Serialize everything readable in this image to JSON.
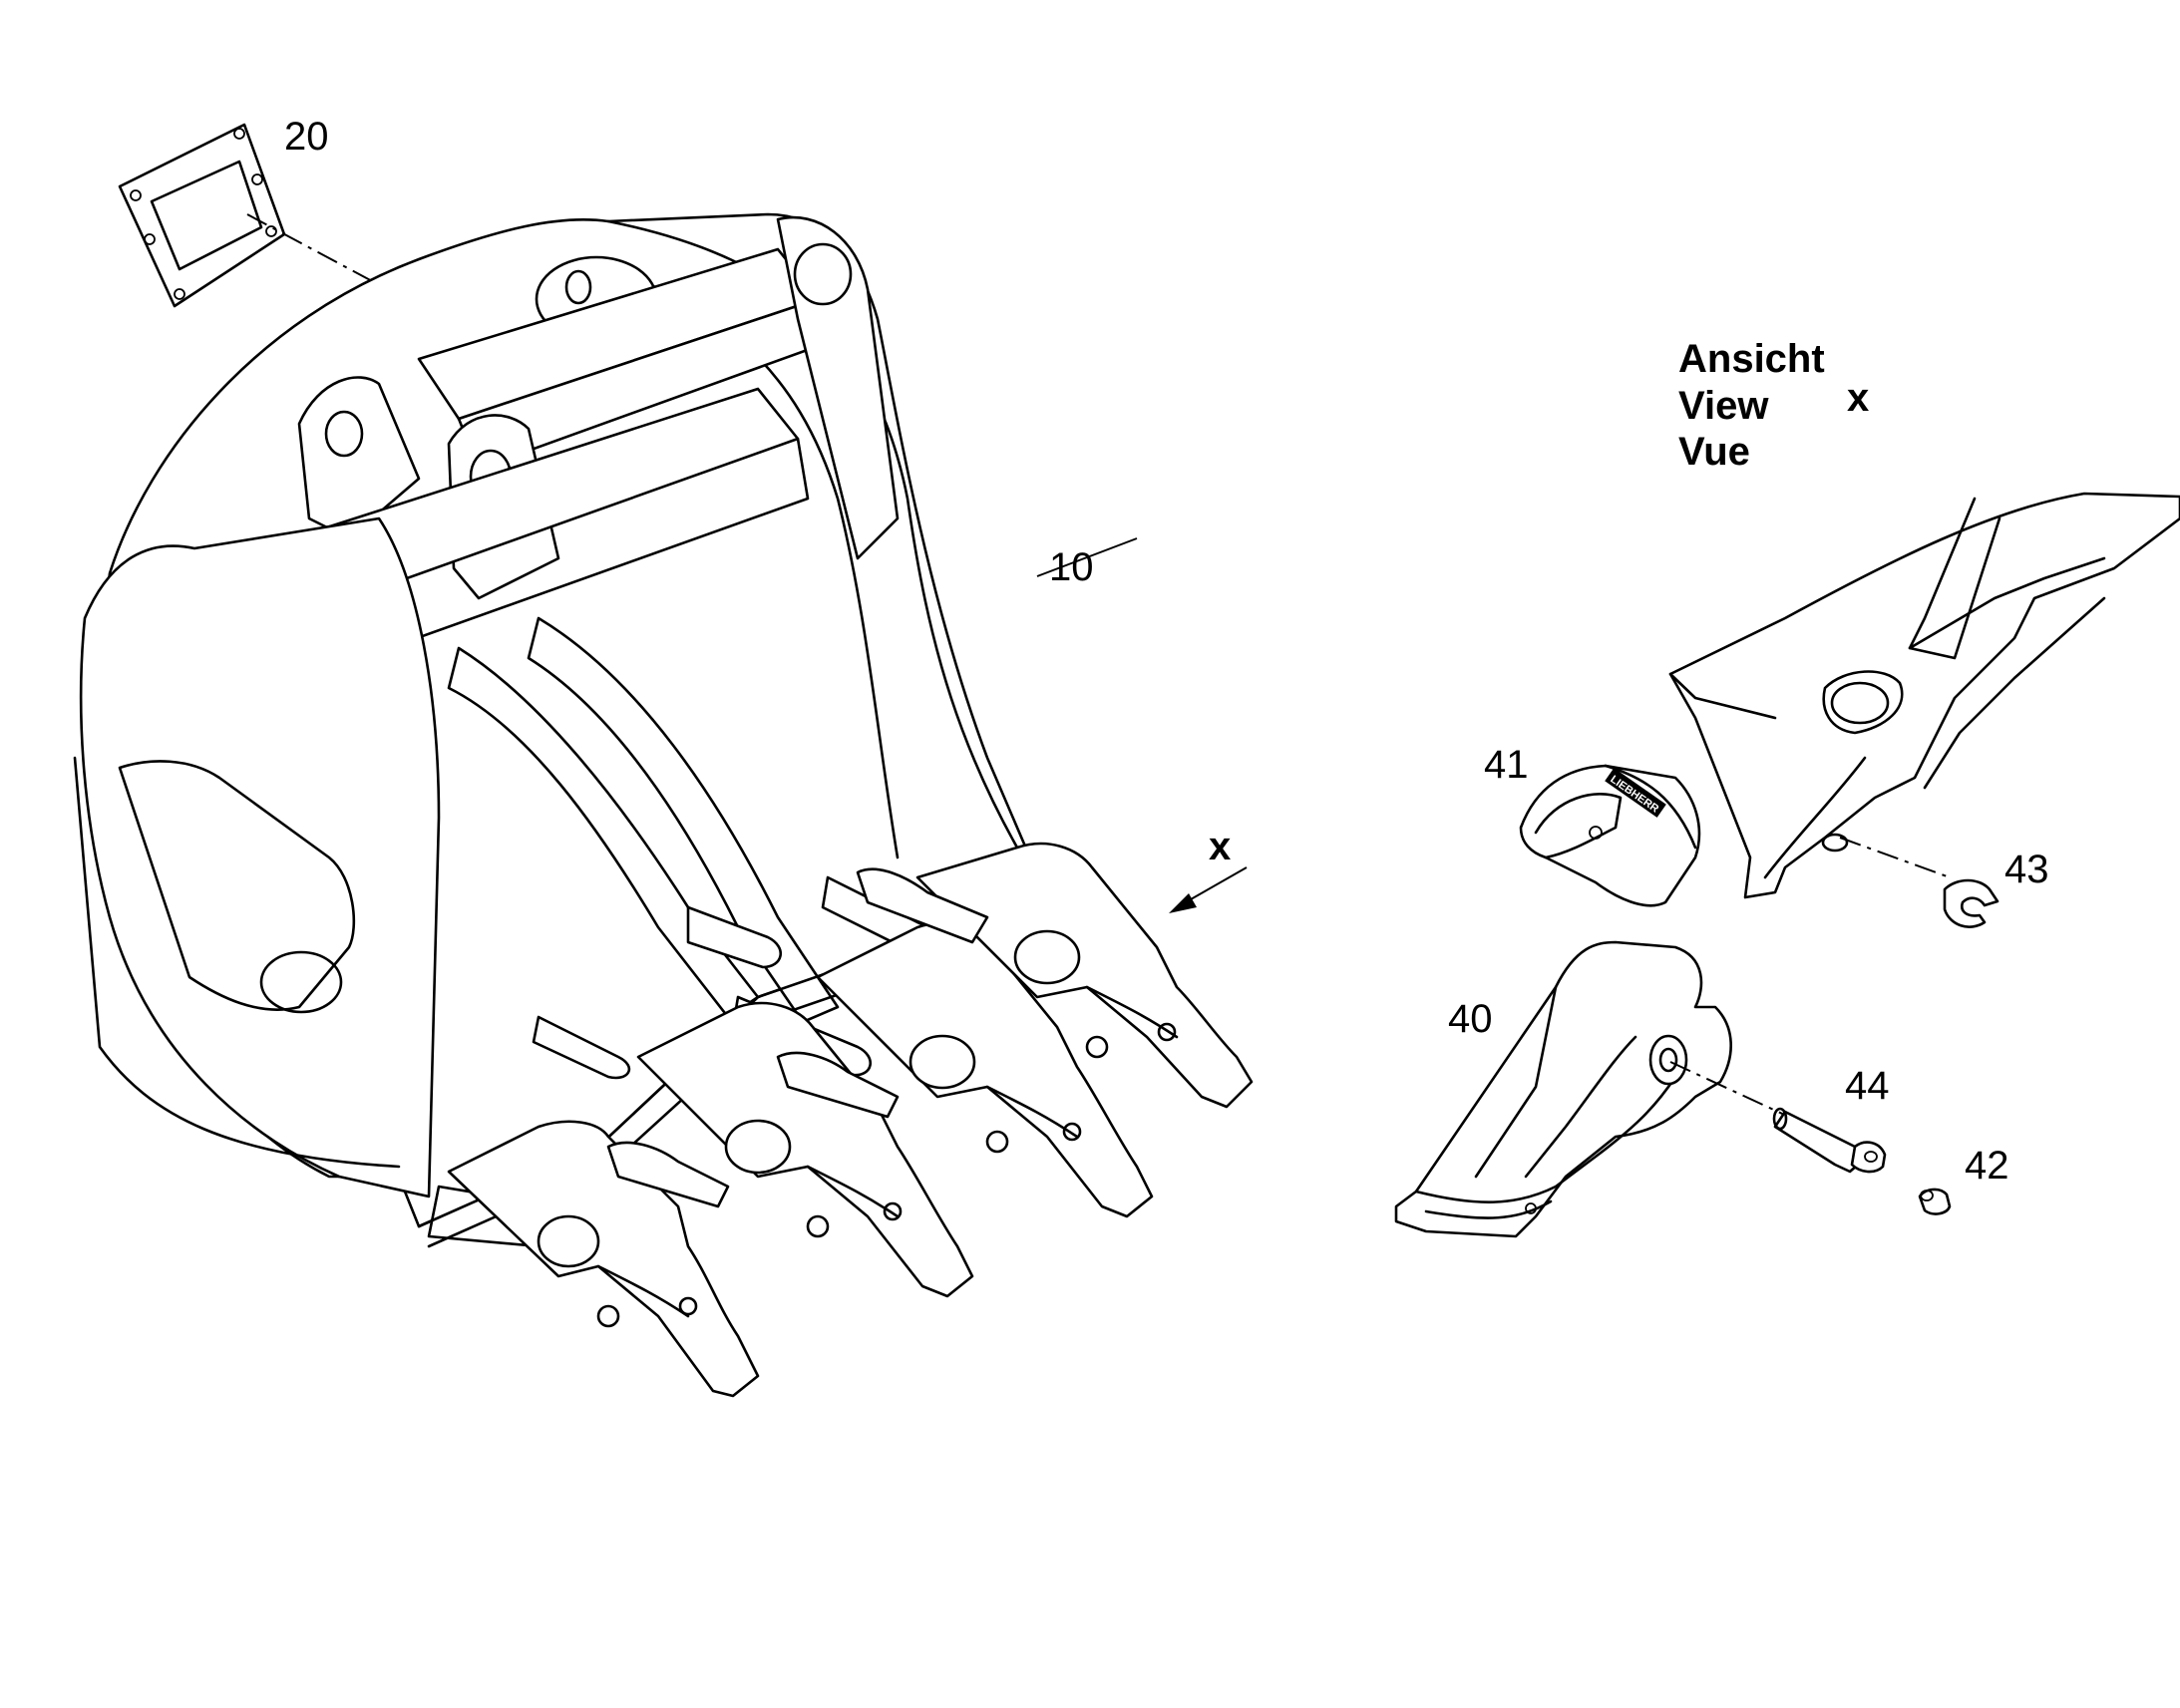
{
  "labels": {
    "part_10": "10",
    "part_20": "20",
    "part_40": "40",
    "part_41": "41",
    "part_42": "42",
    "part_43": "43",
    "part_44": "44",
    "direction_x": "x",
    "view_x": "x"
  },
  "view_caption": {
    "line1": "Ansicht",
    "line2": "View",
    "line3": "Vue"
  },
  "brand_mark": "LIEBHERR"
}
